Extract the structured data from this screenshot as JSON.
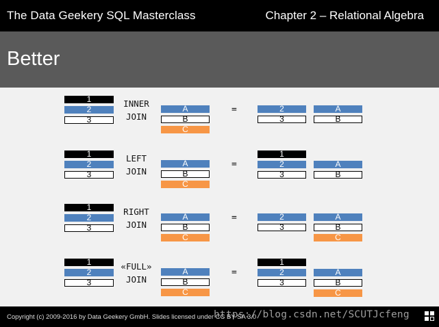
{
  "header": {
    "course_title": "The Data Geekery SQL Masterclass",
    "chapter_title": "Chapter 2 – Relational Algebra"
  },
  "slide": {
    "title": "Better"
  },
  "diagram": {
    "left_rows": [
      "1",
      "2",
      "3"
    ],
    "right_rows": [
      "A",
      "B",
      "C"
    ],
    "equals": "=",
    "joins": [
      {
        "line1": "INNER",
        "line2": "JOIN",
        "result_left": [
          "2",
          "3"
        ],
        "result_right": [
          "A",
          "B"
        ]
      },
      {
        "line1": "LEFT",
        "line2": "JOIN",
        "result_left": [
          "1",
          "2",
          "3"
        ],
        "result_right": [
          "A",
          "B"
        ]
      },
      {
        "line1": "RIGHT",
        "line2": "JOIN",
        "result_left": [
          "2",
          "3"
        ],
        "result_right": [
          "A",
          "B",
          "C"
        ]
      },
      {
        "line1": "«FULL»",
        "line2": "JOIN",
        "result_left": [
          "1",
          "2",
          "3"
        ],
        "result_right": [
          "A",
          "B",
          "C"
        ]
      }
    ]
  },
  "footer": {
    "copyright": "Copyright (c) 2009-2016 by Data Geekery GmbH. Slides licensed under CC BY SA 3.0",
    "watermark": "https://blog.csdn.net/SCUTJcfeng"
  },
  "colors": {
    "row1": "#000000",
    "row2": "#4f81bd",
    "row3": "#ffffff",
    "colA": "#4f81bd",
    "colB": "#ffffff",
    "colC": "#f79646"
  }
}
